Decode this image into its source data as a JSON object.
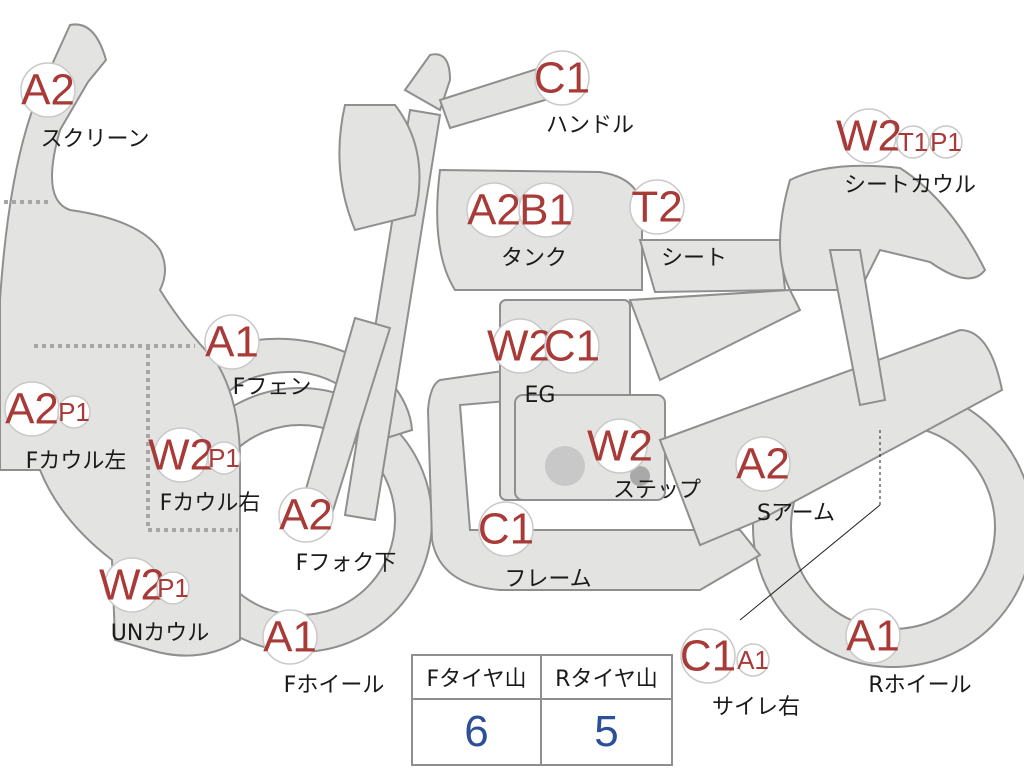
{
  "parts": [
    {
      "id": "screen",
      "label": "スクリーン",
      "codes": [
        "A2"
      ]
    },
    {
      "id": "handle",
      "label": "ハンドル",
      "codes": [
        "C1"
      ]
    },
    {
      "id": "seat-cowl",
      "label": "シートカウル",
      "codes": [
        "W2",
        "T1",
        "P1"
      ]
    },
    {
      "id": "tank",
      "label": "タンク",
      "codes": [
        "A2",
        "B1"
      ]
    },
    {
      "id": "seat",
      "label": "シート",
      "codes": [
        "T2"
      ]
    },
    {
      "id": "f-fender",
      "label": "Fフェン",
      "codes": [
        "A1"
      ]
    },
    {
      "id": "eg",
      "label": "EG",
      "codes": [
        "W2",
        "C1"
      ]
    },
    {
      "id": "f-cowl-left",
      "label": "Fカウル左",
      "codes": [
        "A2",
        "P1"
      ]
    },
    {
      "id": "f-cowl-right",
      "label": "Fカウル右",
      "codes": [
        "W2",
        "P1"
      ]
    },
    {
      "id": "step",
      "label": "ステップ",
      "codes": [
        "W2"
      ]
    },
    {
      "id": "s-arm",
      "label": "Sアーム",
      "codes": [
        "A2"
      ]
    },
    {
      "id": "f-fork",
      "label": "Fフォク下",
      "codes": [
        "A2"
      ]
    },
    {
      "id": "frame",
      "label": "フレーム",
      "codes": [
        "C1"
      ]
    },
    {
      "id": "un-cowl",
      "label": "UNカウル",
      "codes": [
        "W2",
        "P1"
      ]
    },
    {
      "id": "f-wheel",
      "label": "Fホイール",
      "codes": [
        "A1"
      ]
    },
    {
      "id": "muffler-right",
      "label": "サイレ右",
      "codes": [
        "C1",
        "A1"
      ]
    },
    {
      "id": "r-wheel",
      "label": "Rホイール",
      "codes": [
        "A1"
      ]
    }
  ],
  "tire_table": {
    "front_label": "Fタイヤ山",
    "rear_label": "Rタイヤ山",
    "front_value": "6",
    "rear_value": "5"
  }
}
